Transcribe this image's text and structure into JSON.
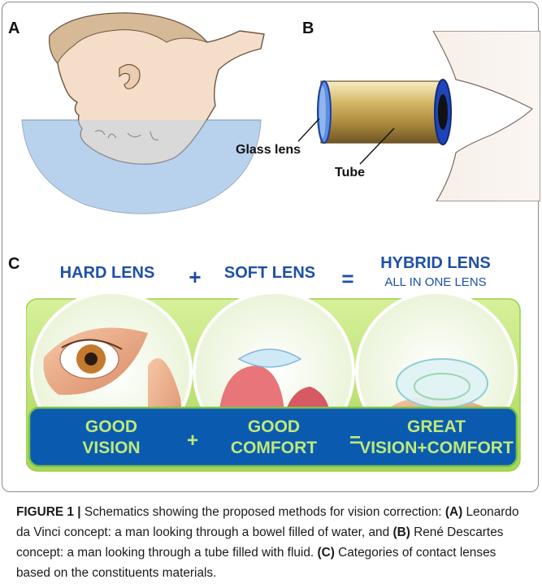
{
  "panels": {
    "a": {
      "letter": "A"
    },
    "b": {
      "letter": "B",
      "glass_lens_label": "Glass lens",
      "tube_label": "Tube"
    },
    "c": {
      "letter": "C",
      "top_labels": {
        "hard": "HARD LENS",
        "plus": "+",
        "soft": "SOFT LENS",
        "equals": "=",
        "hybrid_line1": "HYBRID LENS",
        "hybrid_line2": "ALL IN ONE LENS"
      },
      "bottom_bar": {
        "good_vision_1": "GOOD",
        "good_vision_2": "VISION",
        "plus": "+",
        "good_comfort_1": "GOOD",
        "good_comfort_2": "COMFORT",
        "equals": "=",
        "great_1": "GREAT",
        "great_2": "VISION+COMFORT"
      }
    }
  },
  "caption": {
    "figure_label": "FIGURE 1 |",
    "intro": " Schematics showing the proposed methods for vision correction: ",
    "a_tag": "(A)",
    "a_text": " Leonardo da Vinci concept: a man looking through a bowel filled of water, and ",
    "b_tag": "(B)",
    "b_text": " René Descartes concept: a man looking through a tube filled with fluid. ",
    "c_tag": "(C)",
    "c_text": " Categories of contact lenses based on the constituents materials."
  },
  "colors": {
    "blue_bar": "#0a5bb0",
    "label_blue": "#1e4fa8",
    "lime_bg": "#b8e068",
    "green_text": "#bfe97a"
  }
}
